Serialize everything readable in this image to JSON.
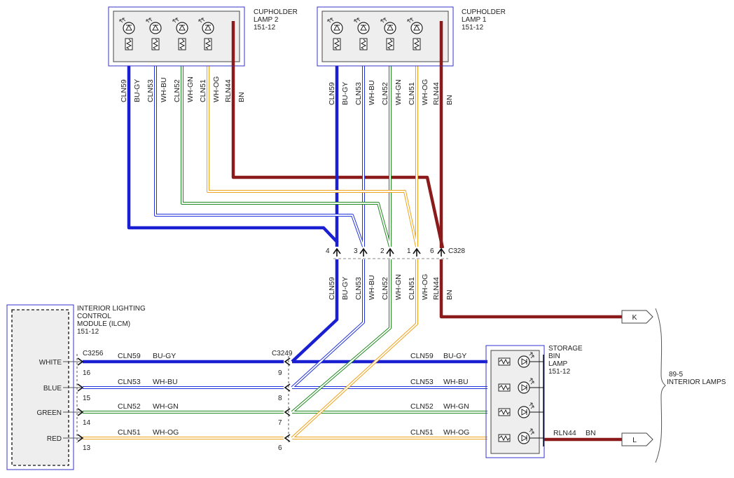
{
  "components": {
    "lamp2": {
      "title_lines": [
        "CUPHOLDER",
        "LAMP 2",
        "151-12"
      ]
    },
    "lamp1": {
      "title_lines": [
        "CUPHOLDER",
        "LAMP 1",
        "151-12"
      ]
    },
    "ilcm": {
      "title_lines": [
        "INTERIOR LIGHTING",
        "CONTROL",
        "MODULE (ILCM)",
        "151-12"
      ],
      "pins": [
        "WHITE",
        "BLUE",
        "GREEN",
        "RED"
      ]
    },
    "storage": {
      "title_lines": [
        "STORAGE",
        "BIN",
        "LAMP",
        "151-12"
      ]
    }
  },
  "connectors": {
    "c328": {
      "name": "C328",
      "pins": [
        "4",
        "3",
        "2",
        "1",
        "6"
      ]
    },
    "c3256": {
      "name": "C3256",
      "pins": [
        "16",
        "15",
        "14",
        "13"
      ]
    },
    "c3249": {
      "name": "C3249",
      "pins": [
        "9",
        "8",
        "7",
        "6"
      ]
    }
  },
  "offpage": {
    "k": {
      "letter": "K"
    },
    "l": {
      "letter": "L"
    },
    "ref_lines": [
      "89-5",
      "INTERIOR LAMPS"
    ]
  },
  "wires": [
    {
      "circuit": "CLN59",
      "color_code": "BU-GY",
      "stroke": "#1a1fd1",
      "stripe": null
    },
    {
      "circuit": "CLN53",
      "color_code": "WH-BU",
      "stroke": "#ffffff",
      "stripe": "#2233dd"
    },
    {
      "circuit": "CLN52",
      "color_code": "WH-GN",
      "stroke": "#ffffff",
      "stripe": "#1e8a1e"
    },
    {
      "circuit": "CLN51",
      "color_code": "WH-OG",
      "stroke": "#ffffff",
      "stripe": "#f0a21a"
    },
    {
      "circuit": "RLN44",
      "color_code": "BN",
      "stroke": "#8b1a1a",
      "stripe": null
    }
  ]
}
